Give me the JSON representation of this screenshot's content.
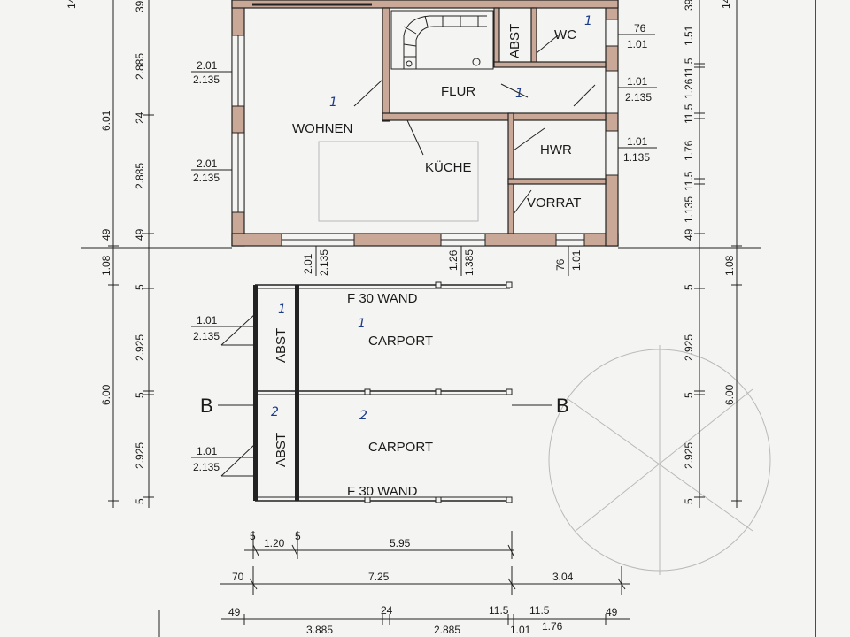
{
  "rooms": {
    "wohnen": "WOHNEN",
    "kueche": "KÜCHE",
    "flur": "FLUR",
    "abst_top": "ABST",
    "wc": "WC",
    "hwr": "HWR",
    "vorrat": "VORRAT",
    "abst_1": "ABST",
    "abst_2": "ABST",
    "carport_1": "CARPORT",
    "carport_2": "CARPORT",
    "f30_top": "F 30 WAND",
    "f30_bottom": "F 30 WAND"
  },
  "section_marks": {
    "left": "B",
    "right": "B"
  },
  "handwritten": {
    "one_a": "1",
    "one_b": "1",
    "one_c": "1",
    "one_d": "1",
    "one_e": "1",
    "two_a": "2",
    "two_b": "2"
  },
  "windows_left": [
    {
      "w": "2.01",
      "h": "2.135"
    },
    {
      "w": "2.01",
      "h": "2.135"
    }
  ],
  "windows_right": [
    {
      "w": "76",
      "h": "1.01"
    },
    {
      "w": "1.01",
      "h": "2.135"
    },
    {
      "w": "1.01",
      "h": "1.135"
    }
  ],
  "windows_bottom": [
    {
      "w": "2.01",
      "h": "2.135"
    },
    {
      "w": "1.26",
      "h": "1.385"
    },
    {
      "w": "76",
      "h": "1.01"
    }
  ],
  "carport_openings": [
    {
      "w": "1.01",
      "h": "2.135"
    },
    {
      "w": "1.01",
      "h": "2.135"
    }
  ],
  "dims_left_outer": {
    "house": "6.01",
    "gap": "1.08",
    "carport": "6.00",
    "top": "14"
  },
  "dims_left_inner": [
    "39",
    "2.885",
    "24",
    "2.885",
    "49",
    "49",
    "5",
    "2.925",
    "5",
    "2.925",
    "5"
  ],
  "dims_right_inner": [
    "39",
    "1.51",
    "11.5",
    "1.26",
    "11.5",
    "1.76",
    "11.5",
    "1.135",
    "49",
    "5",
    "2.925",
    "5",
    "2.925",
    "5"
  ],
  "dims_right_outer": {
    "gap": "1.08",
    "carport": "6.00",
    "top": "14"
  },
  "dims_bottom_1": [
    "5",
    "1.20",
    "5",
    "5.95"
  ],
  "dims_bottom_2": [
    "70",
    "7.25",
    "3.04"
  ],
  "dims_bottom_3": [
    "49",
    "3.885",
    "24",
    "2.885",
    "11.5",
    "11.5",
    "1.01",
    "1.76",
    "49"
  ]
}
